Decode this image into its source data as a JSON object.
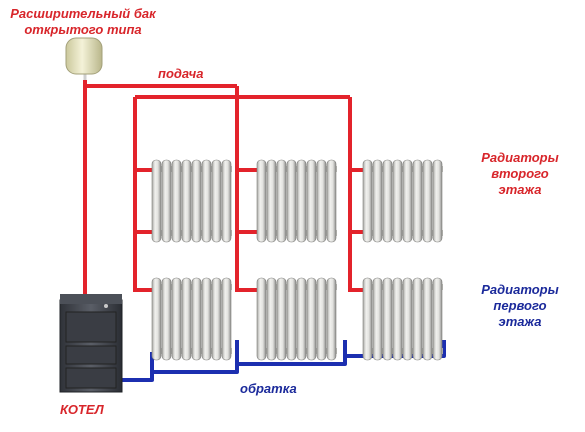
{
  "labels": {
    "tank_line1": "Расширительный бак",
    "tank_line2": "открытого типа",
    "supply": "подача",
    "return": "обратка",
    "boiler": "КОТЕЛ",
    "upper_line1": "Радиаторы",
    "upper_line2": "второго",
    "upper_line3": "этажа",
    "lower_line1": "Радиаторы",
    "lower_line2": "первого",
    "lower_line3": "этажа"
  },
  "colors": {
    "supply_pipe": "#e3232b",
    "return_pipe": "#1c2fb0",
    "label_red": "#d8262b",
    "label_blue": "#1b2a9b",
    "radiator": "#d9d9d6",
    "boiler": "#3f4249",
    "tank": "#e6e3bf"
  },
  "icons": {
    "tank": "expansion-tank-icon",
    "boiler": "boiler-icon",
    "radiator": "radiator-icon"
  }
}
